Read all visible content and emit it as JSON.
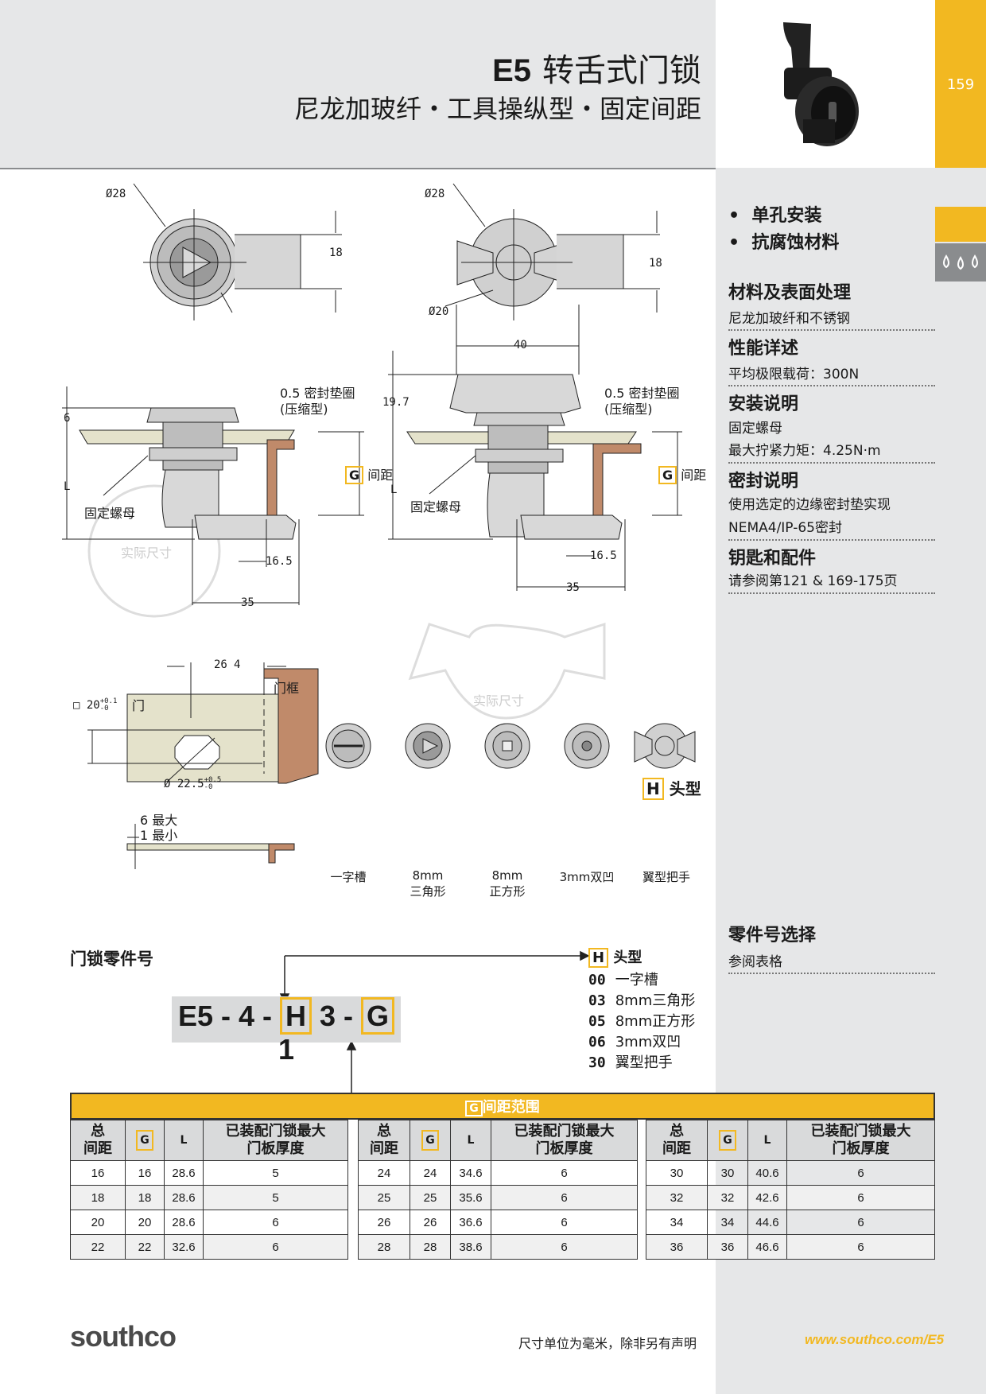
{
  "header": {
    "product": "E5",
    "title_cn": "转舌式门锁",
    "subtitle": "尼龙加玻纤・工具操纵型・固定间距",
    "page_number": "159"
  },
  "features": [
    "单孔安装",
    "抗腐蚀材料"
  ],
  "sections": [
    {
      "heading": "材料及表面处理",
      "lines": [
        "尼龙加玻纤和不锈钢"
      ]
    },
    {
      "heading": "性能详述",
      "lines": [
        "平均极限载荷：300N"
      ]
    },
    {
      "heading": "安装说明",
      "lines": [
        "固定螺母",
        "最大拧紧力矩：4.25N·m"
      ]
    },
    {
      "heading": "密封说明",
      "lines": [
        "使用选定的边缘密封垫实现",
        "NEMA4/IP-65密封"
      ]
    },
    {
      "heading": "钥匙和配件",
      "lines": [
        "请参阅第121 & 169-175页"
      ]
    }
  ],
  "part_select": {
    "heading": "零件号选择",
    "text": "参阅表格"
  },
  "drawing": {
    "dia28": "Ø28",
    "dia20": "Ø20",
    "d18": "18",
    "d40": "40",
    "d19_7": "19.7",
    "d6": "6",
    "L": "L",
    "gasket_line1": "0.5 密封垫圈",
    "gasket_line2": "(压缩型)",
    "G": "G",
    "spacing": "间距",
    "nut": "固定螺母",
    "d16_5": "16.5",
    "d35": "35",
    "watermark": "实际尺寸",
    "d26": "26",
    "d4": "4",
    "frame": "门框",
    "door": "门",
    "sq20": "□ 20",
    "sq20_tol_up": "+0.1",
    "sq20_tol_dn": "-0",
    "dia22_5": "Ø 22.5",
    "dia_tol_up": "+0.5",
    "dia_tol_dn": "-0",
    "max6": "6 最大",
    "min1": "1 最小"
  },
  "head_types": {
    "H": "H",
    "title": "头型",
    "items": [
      {
        "line1": "一字槽",
        "line2": ""
      },
      {
        "line1": "8mm",
        "line2": "三角形"
      },
      {
        "line1": "8mm",
        "line2": "正方形"
      },
      {
        "line1": "3mm双凹",
        "line2": ""
      },
      {
        "line1": "翼型把手",
        "line2": ""
      }
    ]
  },
  "part_number": {
    "title": "门锁零件号",
    "code_prefix": "E5 - 4 -",
    "H": "H",
    "mid": "3 -",
    "G": "G",
    "suffix": "1",
    "options_title": "头型",
    "options": [
      {
        "code": "00",
        "label": "一字槽"
      },
      {
        "code": "03",
        "label": "8mm三角形"
      },
      {
        "code": "05",
        "label": "8mm正方形"
      },
      {
        "code": "06",
        "label": "3mm双凹"
      },
      {
        "code": "30",
        "label": "翼型把手"
      }
    ]
  },
  "table": {
    "title_G": "G",
    "title": "间距范围",
    "headers": {
      "total_l1": "总",
      "total_l2": "间距",
      "G": "G",
      "L": "L",
      "max_l1": "已装配门锁最大",
      "max_l2": "门板厚度"
    },
    "blocks": [
      [
        [
          "16",
          "16",
          "28.6",
          "5"
        ],
        [
          "18",
          "18",
          "28.6",
          "5"
        ],
        [
          "20",
          "20",
          "28.6",
          "6"
        ],
        [
          "22",
          "22",
          "32.6",
          "6"
        ]
      ],
      [
        [
          "24",
          "24",
          "34.6",
          "6"
        ],
        [
          "25",
          "25",
          "35.6",
          "6"
        ],
        [
          "26",
          "26",
          "36.6",
          "6"
        ],
        [
          "28",
          "28",
          "38.6",
          "6"
        ]
      ],
      [
        [
          "30",
          "30",
          "40.6",
          "6"
        ],
        [
          "32",
          "32",
          "42.6",
          "6"
        ],
        [
          "34",
          "34",
          "44.6",
          "6"
        ],
        [
          "36",
          "36",
          "46.6",
          "6"
        ]
      ]
    ]
  },
  "footer": {
    "logo": "southco",
    "note": "尺寸单位为毫米，除非另有声明",
    "url": "www.southco.com/E5"
  },
  "colors": {
    "accent": "#f2b821",
    "panel": "#e6e7e8",
    "copper": "#c08a6a",
    "beige": "#e4e2cb"
  }
}
